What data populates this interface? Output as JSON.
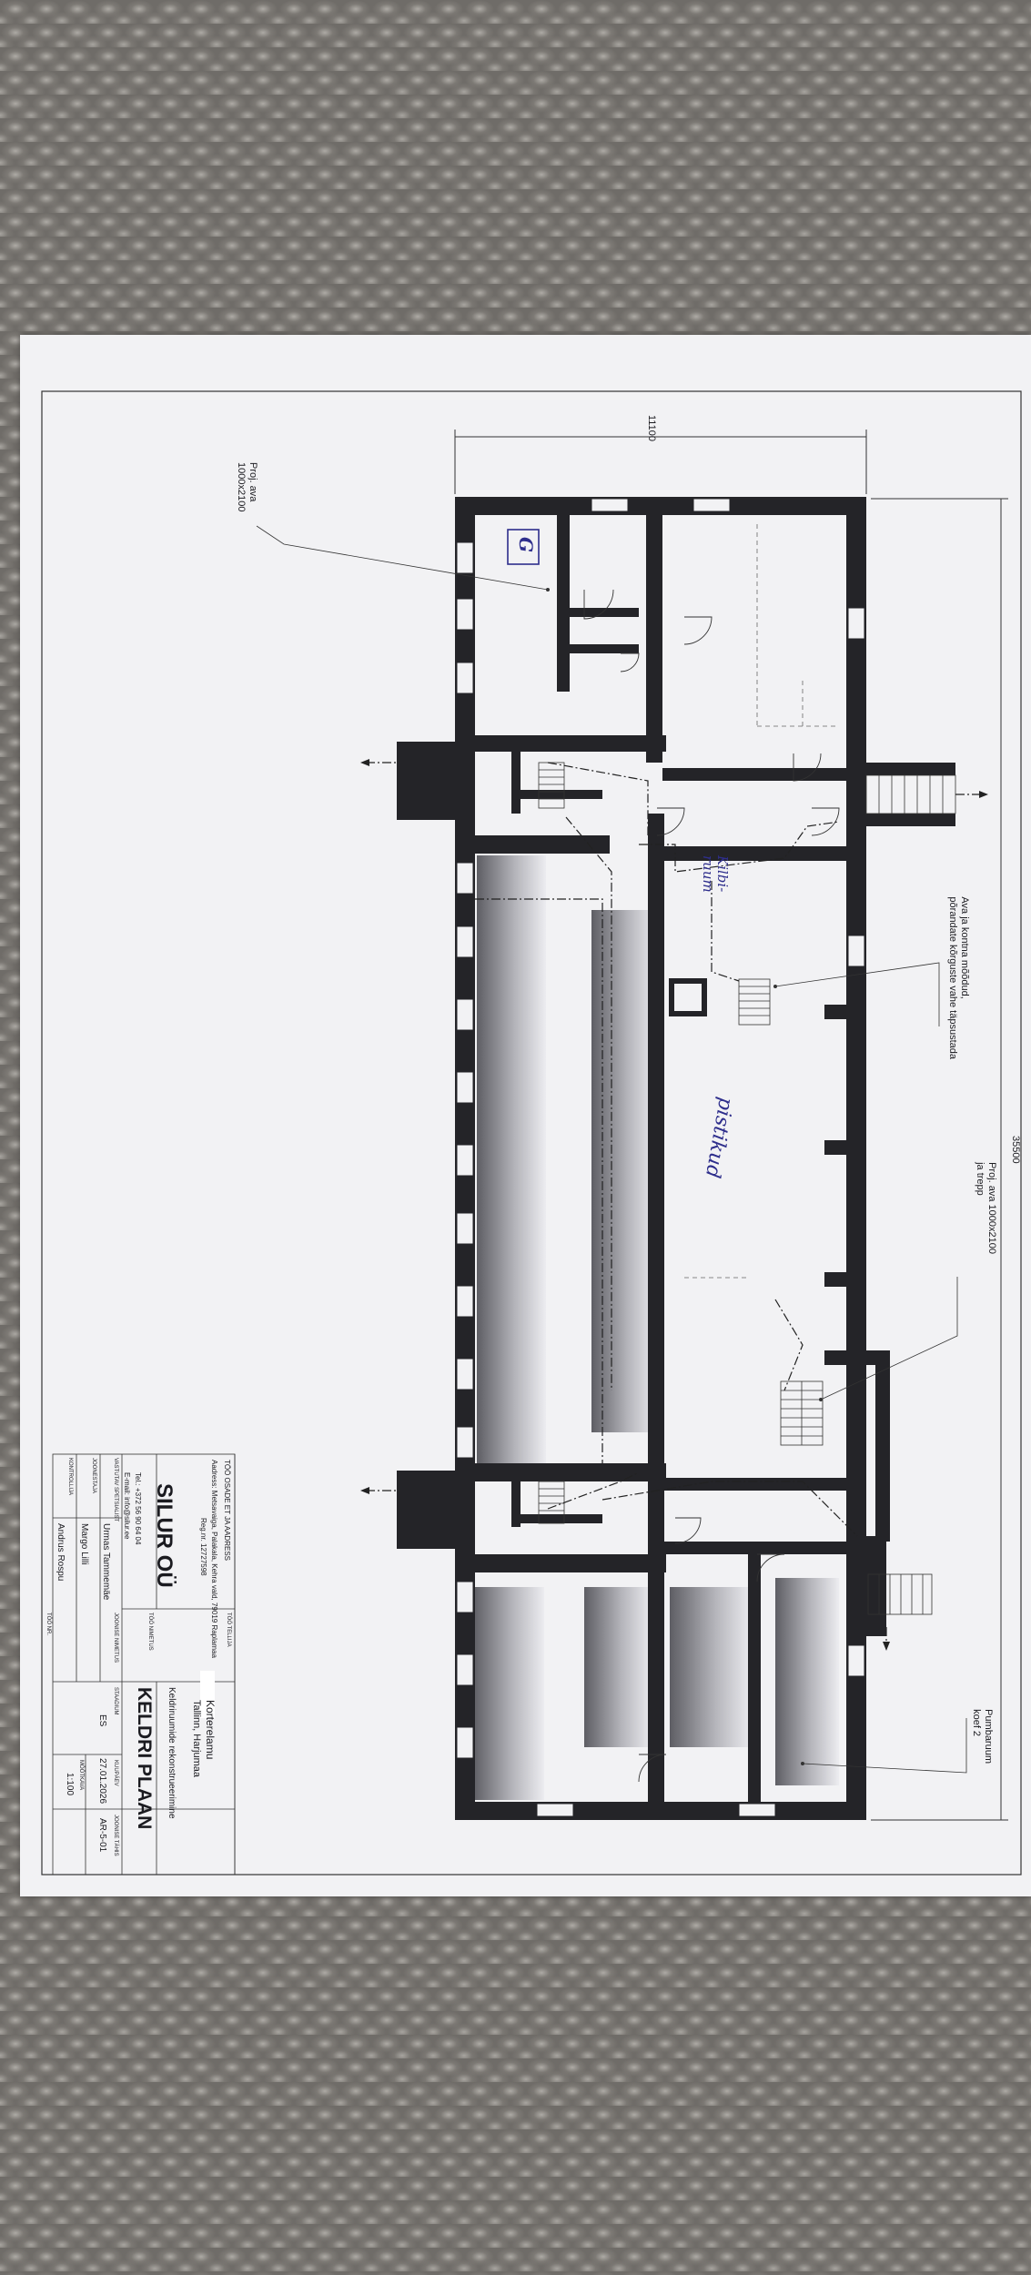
{
  "annotations": {
    "proj_ava_top": "Proj. ava\n1000x2100",
    "proj_ava_right": "Proj. ava 1000x2100\nja trepp",
    "ava_kontna": "Ava ja kontna mõõdud,\npõrandate kõrguste vahe täpsustada",
    "pumbaruum": "Pumbaruum\nkoef 2",
    "handwritten_g": "G",
    "handwritten_kilbiruum": "Kilbi-\nruum",
    "handwritten_pistikud": "pistikud"
  },
  "dimensions": {
    "width_label": "11100",
    "length_label": "35500"
  },
  "title_block": {
    "company": "SILUR OÜ",
    "address_label": "Aadress: Metsavaiga, Palakala, Kehra vald, 79019 Raplamaa",
    "reg_label": "Reg.nr. 12727598",
    "contact_tel": "Tel.: +372 56 90 64 04",
    "contact_email": "E-mail: info@silur.ee",
    "job_header": "TÖÖ OSADE ET JA AADRESS",
    "role_vastutav": "VASTUTAV SPETSIALIST",
    "name_vastutav": "Urmas Tammemäe",
    "role_joonestaja": "JOONESTAJA",
    "name_joonestaja": "Margo Lilli",
    "role_kontrollija": "KONTROLLIJA",
    "name_kontrollija": "Andrus Rospu",
    "tellija_label": "TÖÖ TELLIJA",
    "too_nimetus_label": "TÖÖ NIMETUS",
    "joonise_nimetus_label": "JOONISE NIMETUS",
    "too_nr_label": "TÖÖ NR.",
    "project_title": "Korterelamu",
    "project_location": "Tallinn, Harjumaa",
    "project_desc": "Keldriruumide rekonstrueerimine",
    "drawing_name": "KELDRI PLAAN",
    "staadium_label": "STAADIUM",
    "staadium_value": "ES",
    "kuupaev_label": "KUUPÄEV",
    "kuupaev_value": "27.01.2026",
    "mootkava_label": "MÕÕTKAVA",
    "mootkava_value": "1:100",
    "joonise_tahis_label": "JOONISE TÄHIS",
    "joonise_tahis_value": "AR-5-01"
  }
}
